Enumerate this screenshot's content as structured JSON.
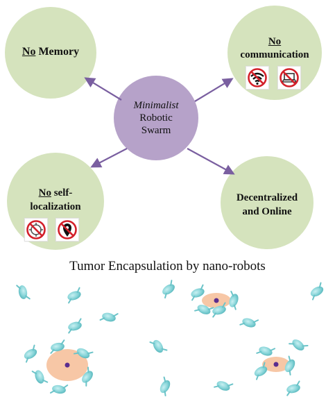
{
  "center": {
    "line1": "Minimalist",
    "line2": "Robotic",
    "line3": "Swarm"
  },
  "nodes": {
    "top_left": {
      "no": "No",
      "rest": " Memory"
    },
    "top_right": {
      "no": "No",
      "rest": "communication",
      "icons": [
        "no-wifi-icon",
        "no-laptop-icon"
      ]
    },
    "bottom_left": {
      "no": "No",
      "rest1": " self-",
      "rest2": "localization",
      "icons": [
        "no-gps-icon",
        "no-location-pin-icon"
      ]
    },
    "bottom_right": {
      "line1": "Decentralized",
      "line2": "and Online"
    }
  },
  "caption": "Tumor Encapsulation by nano-robots",
  "colors": {
    "node_fill": "#d5e3bd",
    "center_fill": "#b6a2c9",
    "arrow": "#7a5fa0",
    "tumor": "#f7c7a6",
    "nucleus": "#5b2d8f",
    "robot": "#7fd3d7",
    "prohibit": "#d3202a"
  }
}
